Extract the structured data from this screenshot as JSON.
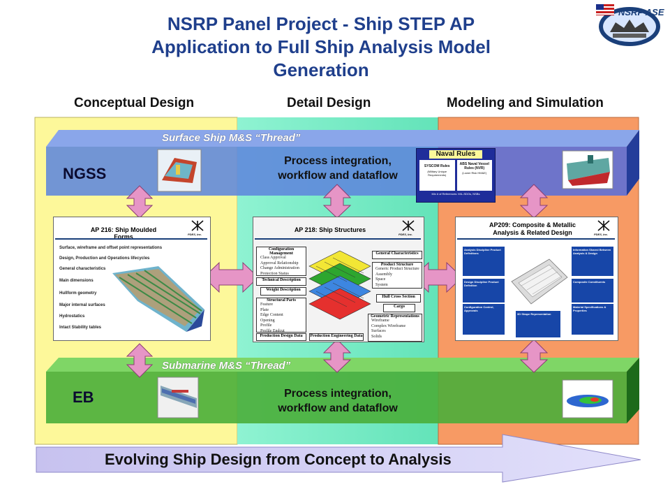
{
  "title": {
    "line1": "NSRP Panel Project  - Ship STEP AP",
    "line2": "Application to Full Ship Analysis Model",
    "line3": "Generation"
  },
  "logo": {
    "text": "NSRP ASE"
  },
  "columns": [
    "Conceptual Design",
    "Detail Design",
    "Modeling and Simulation"
  ],
  "top_band": {
    "thread": "Surface Ship M&S “Thread”",
    "label": "NGSS",
    "process": [
      "Process integration,",
      "workflow and dataflow"
    ]
  },
  "bottom_band": {
    "thread": "Submarine M&S “Thread”",
    "label": "EB",
    "process": [
      "Process integration,",
      "workflow and dataflow"
    ]
  },
  "naval_rules": {
    "title": "Naval Rules",
    "left": "SYSCOM Rules",
    "left_sub": "(Military Unique Requirements)",
    "right": "ABS Naval Vessel Rules (NVR)",
    "right_sub": "(Lower Risk HM&E)",
    "footer": "Mix # of References: MIL-SDOs, NSBs"
  },
  "ap216": {
    "title": "AP 216: Ship Moulded Forms",
    "pdes": "PDES, Inc.",
    "items": [
      "Surface, wireframe and offset point representations",
      "Design, Production and Operations lifecycles",
      "General characteristics",
      "Main dimensions",
      "Hullform geometry",
      "Major internal surfaces",
      "Hydrostatics",
      "Intact Stability tables"
    ]
  },
  "ap218": {
    "title": "AP 218: Ship Structures",
    "pdes": "PDES, Inc.",
    "config_head": "Configuration Management",
    "config_items": [
      "Class Approval",
      "Approval Relationship",
      "Change Administration",
      "Protection Status"
    ],
    "tech_desc": "Technical Description",
    "weight_desc": "Weight Description",
    "struct_head": "Structural Parts",
    "struct_items": [
      "Feature",
      "Plate",
      "Edge Content",
      "Opening",
      "Profile",
      "Profile Endcut"
    ],
    "prod_design": "Production Design Data",
    "prod_eng": "Production Engineering Data",
    "gen_char": "General Characteristics",
    "prod_struct_head": "Product Structure",
    "prod_struct_items": [
      "Generic Product Structure",
      "Assembly",
      "Space",
      "System"
    ],
    "hull_cross": "Hull Cross Section",
    "cargo": "Cargo",
    "geom_head": "Geometric Representations",
    "geom_items": [
      "Wireframe",
      "Complex Wireframe",
      "Surfaces",
      "Solids"
    ]
  },
  "ap209": {
    "title_1": "AP209: Composite & Metallic",
    "title_2": "Analysis & Related Design",
    "pdes": "PDES, Inc.",
    "boxes_left": [
      "Analysis Discipline Product Definitions",
      "Design Discipline Product Definition",
      "Configuration Control, Approvals"
    ],
    "boxes_mid": [
      "3D Shape Representation"
    ],
    "boxes_right": [
      "Information Shared Between Analysis & Design",
      "Composite Constituents",
      "Material Specifications & Properties"
    ]
  },
  "bottom_arrow": {
    "text": "Evolving Ship Design from Concept to Analysis"
  },
  "colors": {
    "col_conceptual": "#fdf89a",
    "col_detail": "#7ff2c8",
    "col_modeling": "#f79a64",
    "top_band": "#5f86dc",
    "bottom_band": "#4aae3a",
    "connector": "#e695c6",
    "title": "#1f3f8c"
  }
}
